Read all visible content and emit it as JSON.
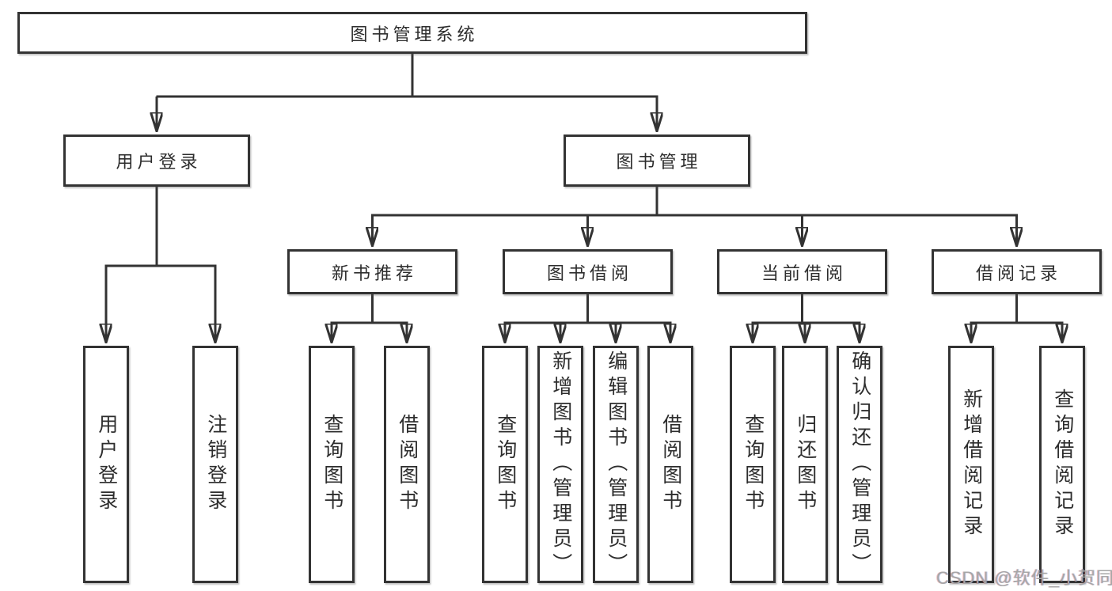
{
  "tree": {
    "root": {
      "label": "图书管理系统"
    },
    "branches": [
      {
        "label": "用户登录",
        "leaves": [
          {
            "label": "用户登录"
          },
          {
            "label": "注销登录"
          }
        ]
      },
      {
        "label": "图书管理",
        "groups": [
          {
            "label": "新书推荐",
            "leaves": [
              {
                "label": "查询图书"
              },
              {
                "label": "借阅图书"
              }
            ]
          },
          {
            "label": "图书借阅",
            "leaves": [
              {
                "label": "查询图书"
              },
              {
                "label": "新增图书（管理员）"
              },
              {
                "label": "编辑图书（管理员）"
              },
              {
                "label": "借阅图书"
              }
            ]
          },
          {
            "label": "当前借阅",
            "leaves": [
              {
                "label": "查询图书"
              },
              {
                "label": "归还图书"
              },
              {
                "label": "确认归还（管理员）"
              }
            ]
          },
          {
            "label": "借阅记录",
            "leaves": [
              {
                "label": "新增借阅记录"
              },
              {
                "label": "查询借阅记录"
              }
            ]
          }
        ]
      }
    ]
  },
  "watermark": {
    "text": "CSDN @软件_小贺同学"
  },
  "colors": {
    "line": "#333333",
    "border": "#333333",
    "text": "#2d2d2d",
    "background": "#ffffff",
    "watermark": "#a6a6a6"
  }
}
